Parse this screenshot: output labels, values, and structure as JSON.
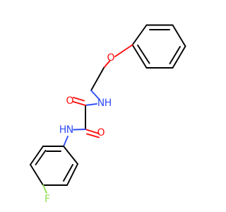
{
  "molecule": {
    "atoms": {
      "o_ether": "O",
      "nh_upper": "N",
      "h_upper": "H",
      "o_upper_carbonyl": "O",
      "o_lower_carbonyl": "O",
      "nh_lower": "N",
      "h_lower": "H",
      "f": "F"
    },
    "colors": {
      "carbon_bond": "#000000",
      "oxygen": "#ff0d0d",
      "nitrogen": "#3050f8",
      "fluorine": "#90e050",
      "background": "#ffffff"
    }
  }
}
